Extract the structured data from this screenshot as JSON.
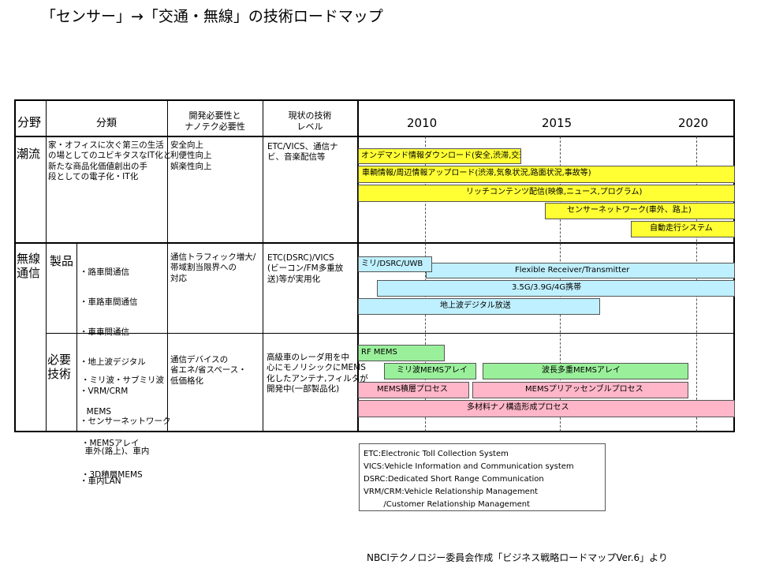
{
  "title": "「センサー」→「交通・無線」の技術ロードマップ",
  "header": {
    "field": "分野",
    "category": "分類",
    "need": [
      "開発必要性と",
      "ナノテク必要性"
    ],
    "current": [
      "現状の技術",
      "レベル"
    ],
    "years": [
      "2010",
      "2015",
      "2020"
    ]
  },
  "sections": {
    "trend": {
      "field": "潮流",
      "category": [
        "家・オフィスに次ぐ第三の生活",
        "の場としてのユビキタスなIT化と",
        "新たな商品化価値創出の手",
        "段としての電子化・IT化"
      ],
      "need": [
        "安全向上",
        "利便性向上",
        "娯楽性向上"
      ],
      "current": [
        "ETC/VICS、通信ナ",
        "ビ、音楽配信等"
      ]
    },
    "wireless": {
      "field": [
        "無線",
        "通信"
      ],
      "products": {
        "label": "製品",
        "items": [
          "・路車間通信",
          "・車路車間通信",
          "・車車間通信",
          "・地上波デジタル",
          "・VRM/CRM",
          "・センサーネットワーク",
          "  車外(路上)、車内",
          "・車内LAN"
        ],
        "need": [
          "通信トラフィック増大/",
          "帯域割当限界への",
          "対応"
        ],
        "current": [
          "ETC(DSRC)/VICS",
          "(ビーコン/FM多重放",
          "送)等が実用化"
        ]
      },
      "tech": {
        "label": [
          "必要",
          "技術"
        ],
        "items": [
          "・ミリ波・サブミリ波",
          "  MEMS",
          "・MEMSアレイ",
          "・3D積層MEMS"
        ],
        "need": [
          "通信デバイスの",
          "省エネ/省スペース・",
          "低価格化"
        ],
        "current": [
          "高級車のレーダ用を中",
          "心にモノリシックにMEMS",
          "化したアンテナ,フィルタが",
          "開発中(一部製品化)"
        ]
      }
    }
  },
  "bars": {
    "trend": [
      "オンデマンド情報ダウンロード(安全,渋滞,交通イベント,地域情報)",
      "車輌情報/周辺情報アップロード(渋滞,気象状況,路面状況,事故等)",
      "リッチコンテンツ配信(映像,ニュース,プログラム)",
      "センサーネットワーク(車外、路上)",
      "自動走行システム"
    ],
    "products": [
      "ミリ/DSRC/UWB",
      "Flexible Receiver/Transmitter",
      "3.5G/3.9G/4G携帯",
      "地上波デジタル放送"
    ],
    "tech": [
      "RF MEMS",
      "ミリ波MEMSアレイ",
      "波長多重MEMSアレイ",
      "MEMS積層プロセス",
      "MEMSプリアッセンブルプロセス",
      "多材料ナノ構造形成プロセス"
    ]
  },
  "legend": [
    "ETC:Electronic Toll Collection System",
    "VICS:Vehicle Information and Communication system",
    "DSRC:Dedicated Short Range Communication",
    "VRM/CRM:Vehicle Relationship Management",
    "        /Customer Relationship Management"
  ],
  "source": "NBCIテクノロジー委員会作成「ビジネス戦略ロードマップVer.6」より",
  "colors": {
    "trend_bar": "#ffff33",
    "product_bar": "#bff0ff",
    "tech_bar_green": "#9af09a",
    "tech_bar_pink": "#ffb6c8"
  }
}
